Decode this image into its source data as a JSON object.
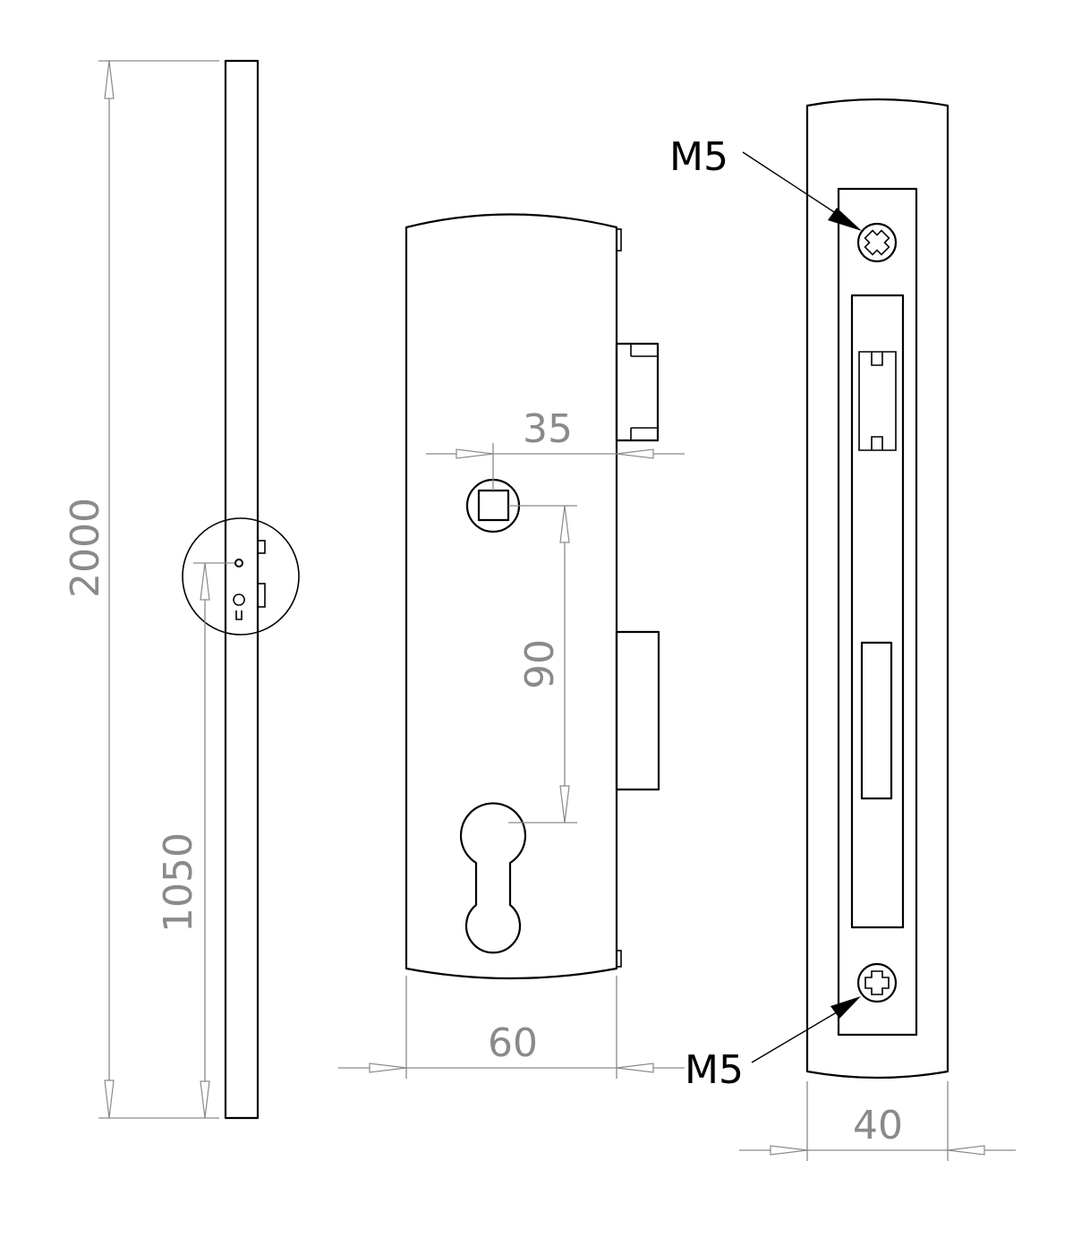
{
  "dimensions": {
    "door_height": "2000",
    "handle_height": "1050",
    "backset": "35",
    "center_distance": "90",
    "faceplate_width": "60",
    "strike_width": "40"
  },
  "callouts": {
    "screw_top": "M5",
    "screw_bottom": "M5"
  },
  "colors": {
    "outline": "#000000",
    "dimension": "#8a8a8a",
    "background": "#ffffff"
  }
}
